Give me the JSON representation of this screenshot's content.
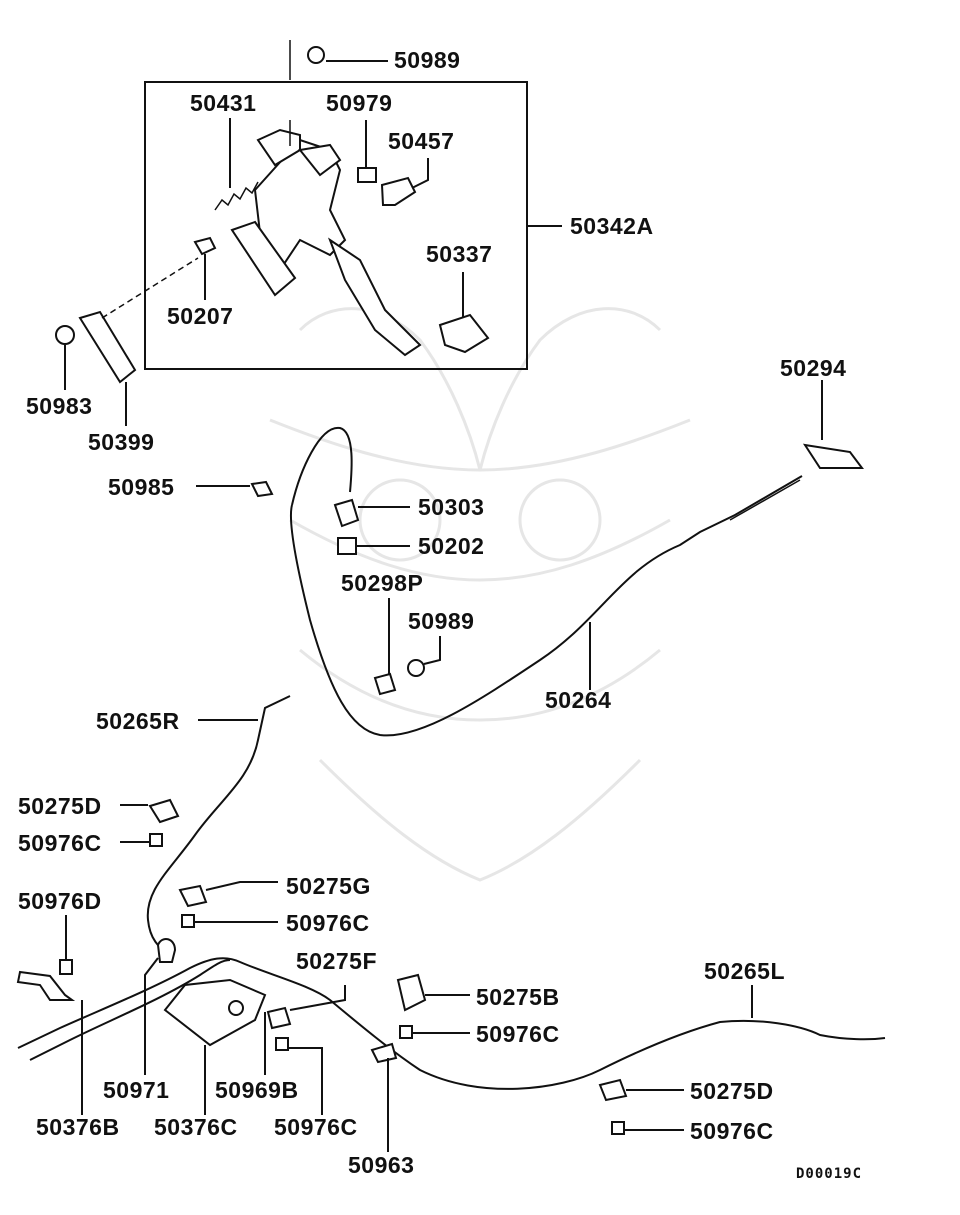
{
  "diagram_code": "D00019C",
  "labels": {
    "l50989_top": "50989",
    "l50431": "50431",
    "l50979": "50979",
    "l50457": "50457",
    "l50342A": "50342A",
    "l50337": "50337",
    "l50207": "50207",
    "l50983": "50983",
    "l50399": "50399",
    "l50294": "50294",
    "l50985": "50985",
    "l50303": "50303",
    "l50202": "50202",
    "l50298P": "50298P",
    "l50989_mid": "50989",
    "l50264": "50264",
    "l50265R": "50265R",
    "l50275D_left": "50275D",
    "l50976C_left": "50976C",
    "l50275G": "50275G",
    "l50976C_g": "50976C",
    "l50976D": "50976D",
    "l50275F": "50275F",
    "l50265L": "50265L",
    "l50275B": "50275B",
    "l50976C_b": "50976C",
    "l50971": "50971",
    "l50969B": "50969B",
    "l50376B": "50376B",
    "l50376C": "50376C",
    "l50976C_bottom": "50976C",
    "l50963": "50963",
    "l50275D_right": "50275D",
    "l50976C_right": "50976C"
  }
}
